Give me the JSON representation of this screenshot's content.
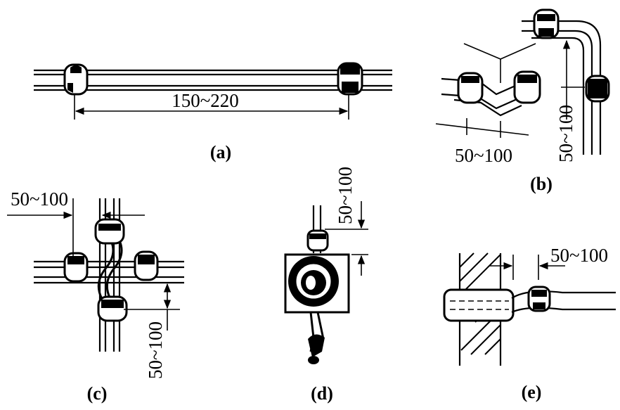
{
  "figure": {
    "panel_a": {
      "caption": "(a)",
      "dim": "150~220"
    },
    "panel_b": {
      "caption": "(b)",
      "dim_h": "50~100",
      "dim_v": "50~100"
    },
    "panel_c": {
      "caption": "(c)",
      "dim_h": "50~100",
      "dim_v": "50~100"
    },
    "panel_d": {
      "caption": "(d)",
      "dim_v": "50~100"
    },
    "panel_e": {
      "caption": "(e)",
      "dim_h": "50~100"
    }
  }
}
